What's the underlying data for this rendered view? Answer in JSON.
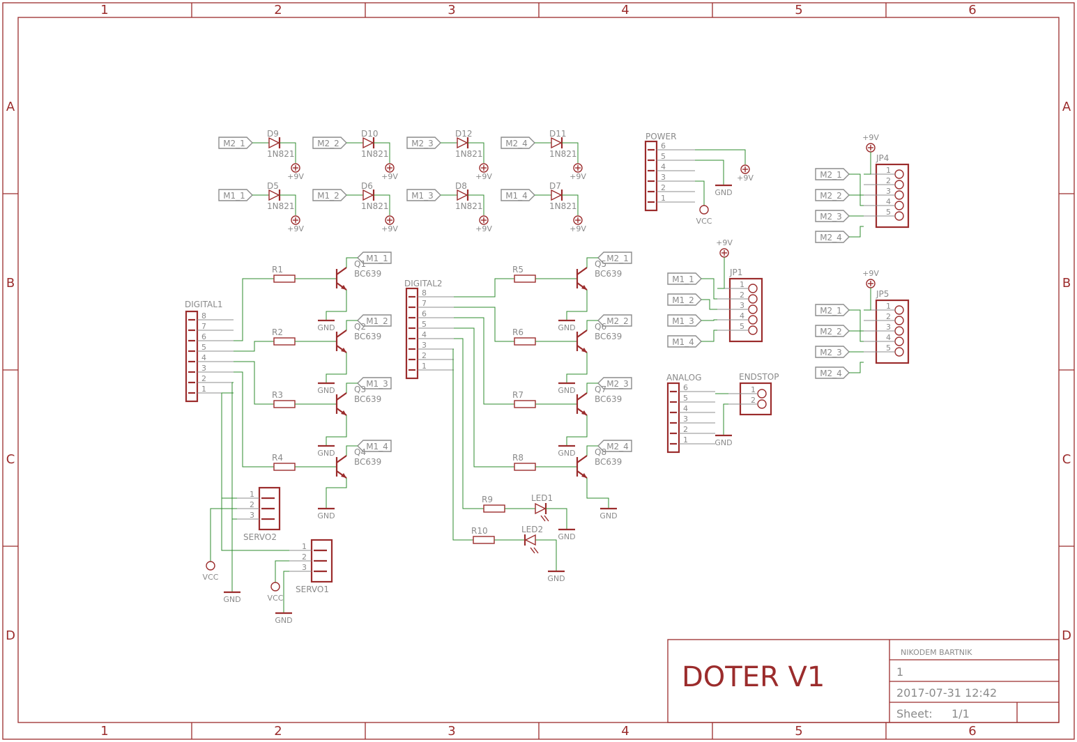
{
  "zones": {
    "columns": [
      "1",
      "2",
      "3",
      "4",
      "5",
      "6"
    ],
    "rows": [
      "A",
      "B",
      "C",
      "D"
    ]
  },
  "title_block": {
    "author": "NIKODEM BARTNIK",
    "number": "1",
    "date": "2017-07-31 12:42",
    "sheet_label": "Sheet:",
    "sheet": "1/1",
    "project": "DOTER V1"
  },
  "net_labels": {
    "m1_1": "M1_1",
    "m1_2": "M1_2",
    "m1_3": "M1_3",
    "m1_4": "M1_4",
    "m2_1": "M2_1",
    "m2_2": "M2_2",
    "m2_3": "M2_3",
    "m2_4": "M2_4"
  },
  "supplies": {
    "plus9v": "+9V",
    "gnd": "GND",
    "vcc": "VCC"
  },
  "diodes": {
    "d9": "D9",
    "d10": "D10",
    "d12": "D12",
    "d11": "D11",
    "d5": "D5",
    "d6": "D6",
    "d8": "D8",
    "d7": "D7",
    "value": "1N821"
  },
  "resistors": {
    "r1": "R1",
    "r2": "R2",
    "r3": "R3",
    "r4": "R4",
    "r5": "R5",
    "r6": "R6",
    "r7": "R7",
    "r8": "R8",
    "r9": "R9",
    "r10": "R10"
  },
  "transistors": {
    "q1": "Q1",
    "q2": "Q2",
    "q3": "Q3",
    "q4": "Q4",
    "q5": "Q5",
    "q6": "Q6",
    "q7": "Q7",
    "q8": "Q8",
    "value": "BC639"
  },
  "leds": {
    "led1": "LED1",
    "led2": "LED2"
  },
  "connectors": {
    "digital1": "DIGITAL1",
    "digital2": "DIGITAL2",
    "power": "POWER",
    "analog": "ANALOG",
    "endstop": "ENDSTOP",
    "servo1": "SERVO1",
    "servo2": "SERVO2",
    "jp1": "JP1",
    "jp4": "JP4",
    "jp5": "JP5"
  },
  "pins": {
    "p1": "1",
    "p2": "2",
    "p3": "3",
    "p4": "4",
    "p5": "5",
    "p6": "6",
    "p7": "7",
    "p8": "8"
  }
}
